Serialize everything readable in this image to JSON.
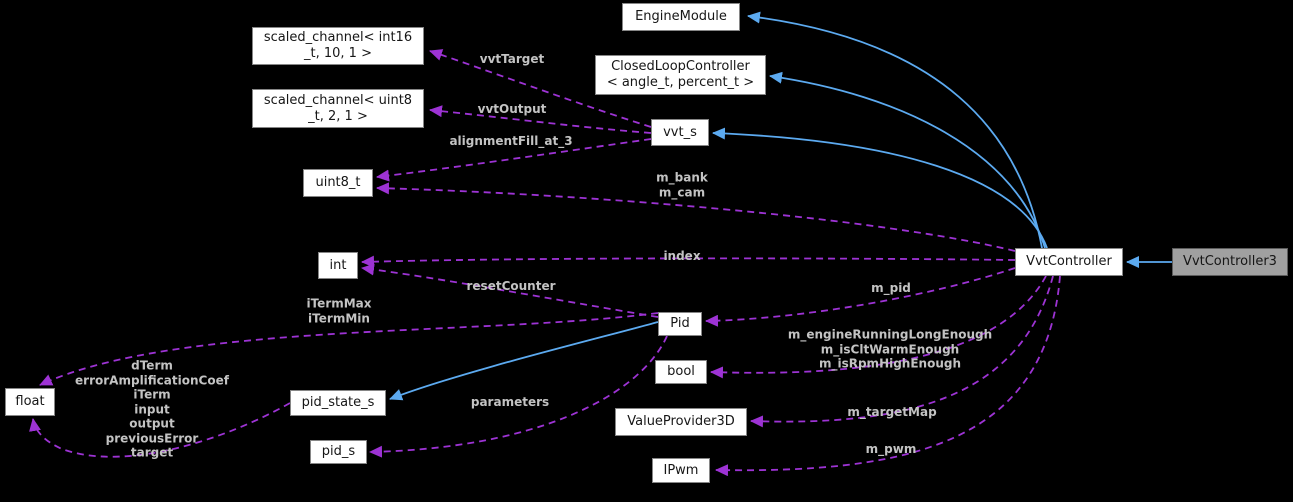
{
  "diagram": {
    "colors": {
      "background": "#000000",
      "inheritance_edge": "#5caaf0",
      "usage_edge": "#9d33d4",
      "node_fill": "#ffffff",
      "node_border": "#868686",
      "node_text": "#161616",
      "highlight_node_fill": "#a0a0a0",
      "edge_label_text": "#c3c3c3"
    },
    "nodes": {
      "engine_module": {
        "label": "EngineModule"
      },
      "closed_loop_controller": {
        "label": "ClosedLoopController\n< angle_t, percent_t >"
      },
      "vvt_s": {
        "label": "vvt_s"
      },
      "scaled_channel_int16": {
        "label": "scaled_channel< int16\n_t, 10, 1 >"
      },
      "scaled_channel_uint8": {
        "label": "scaled_channel< uint8\n_t, 2, 1 >"
      },
      "uint8_t": {
        "label": "uint8_t"
      },
      "int": {
        "label": "int"
      },
      "pid": {
        "label": "Pid"
      },
      "bool": {
        "label": "bool"
      },
      "float": {
        "label": "float"
      },
      "pid_state_s": {
        "label": "pid_state_s"
      },
      "pid_s": {
        "label": "pid_s"
      },
      "value_provider_3d": {
        "label": "ValueProvider3D"
      },
      "ipwm": {
        "label": "IPwm"
      },
      "vvt_controller": {
        "label": "VvtController"
      },
      "vvt_controller3": {
        "label": "VvtController3"
      }
    },
    "edge_labels": {
      "vvt_target": "vvtTarget",
      "vvt_output": "vvtOutput",
      "alignment_fill": "alignmentFill_at_3",
      "bank_cam": "m_bank\nm_cam",
      "index": "index",
      "reset_counter": "resetCounter",
      "iterm_limits": "iTermMax\niTermMin",
      "m_pid": "m_pid",
      "run_flags": "m_engineRunningLongEnough\nm_isCltWarmEnough\nm_isRpmHighEnough",
      "parameters": "parameters",
      "pid_state_members": "dTerm\nerrorAmplificationCoef\niTerm\ninput\noutput\npreviousError\ntarget",
      "m_target_map": "m_targetMap",
      "m_pwm": "m_pwm"
    }
  }
}
